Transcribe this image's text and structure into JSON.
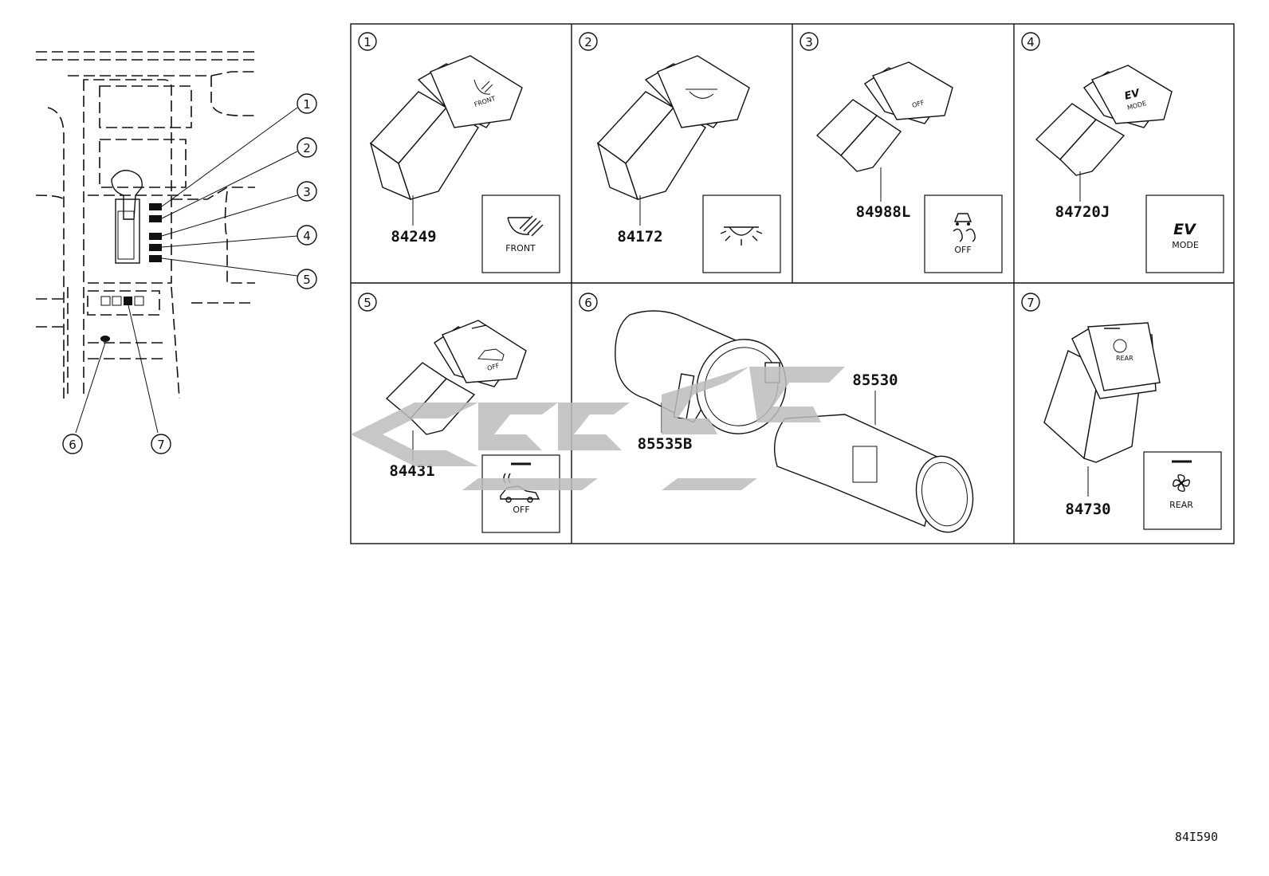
{
  "callouts": [
    "1",
    "2",
    "3",
    "4",
    "5",
    "6",
    "7"
  ],
  "panels": [
    {
      "num": "1",
      "part": "84249",
      "label": "FRONT"
    },
    {
      "num": "2",
      "part": "84172"
    },
    {
      "num": "3",
      "part": "84988L",
      "label": "OFF"
    },
    {
      "num": "4",
      "part": "84720J",
      "label_ev": "EV",
      "label": "MODE"
    },
    {
      "num": "5",
      "part": "84431",
      "label": "OFF"
    },
    {
      "num": "6",
      "part_a": "85535B",
      "part_b": "85530"
    },
    {
      "num": "7",
      "part": "84730",
      "label": "REAR"
    }
  ],
  "reference": "84I590",
  "icons": [
    "fog-light-icon",
    "room-light-icon",
    "traction-control-off-icon",
    "ev-mode-icon",
    "intrusion-sensor-off-icon",
    "rear-fan-icon"
  ]
}
